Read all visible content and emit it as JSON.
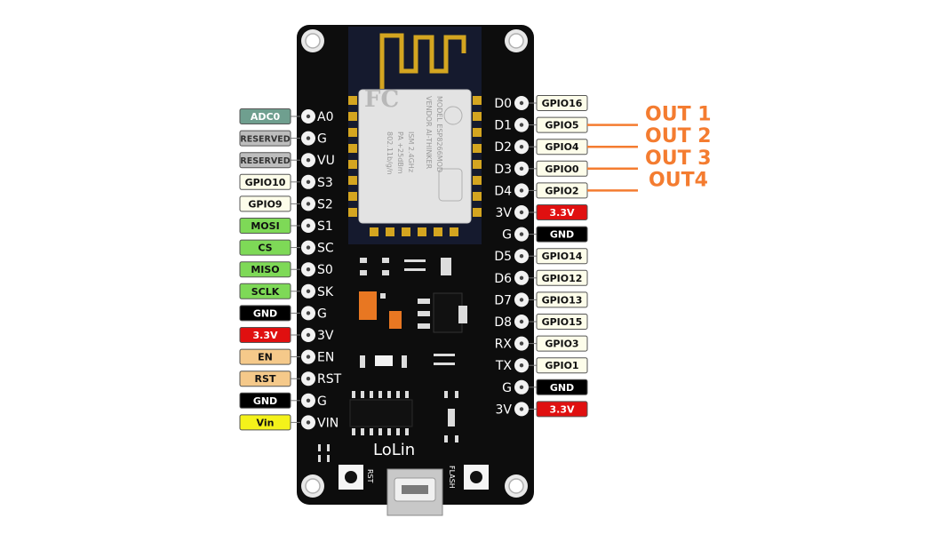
{
  "board": {
    "brand": "LoLin",
    "button_left": "RST",
    "button_right": "FLASH"
  },
  "module": {
    "model_line": "MODEL  ESP8266MOD",
    "vendor_line": "VENDOR  AI-THINKER",
    "ism_line": "ISM  2.4GHz",
    "pa_line": "PA  +25dBm",
    "std_line": "802.11b/g/n"
  },
  "left_pins": [
    {
      "pin": "A0",
      "tag": "ADC0",
      "color": "#6f9f8f",
      "text_color": "#ffffff"
    },
    {
      "pin": "G",
      "tag": "RESERVED",
      "color": "#bdbdbd",
      "text_color": "#333333"
    },
    {
      "pin": "VU",
      "tag": "RESERVED",
      "color": "#bdbdbd",
      "text_color": "#333333"
    },
    {
      "pin": "S3",
      "tag": "GPIO10",
      "color": "#fdfdea",
      "text_color": "#111111"
    },
    {
      "pin": "S2",
      "tag": "GPIO9",
      "color": "#fdfdea",
      "text_color": "#111111"
    },
    {
      "pin": "S1",
      "tag": "MOSI",
      "color": "#7ed957",
      "text_color": "#111111"
    },
    {
      "pin": "SC",
      "tag": "CS",
      "color": "#7ed957",
      "text_color": "#111111"
    },
    {
      "pin": "S0",
      "tag": "MISO",
      "color": "#7ed957",
      "text_color": "#111111"
    },
    {
      "pin": "SK",
      "tag": "SCLK",
      "color": "#7ed957",
      "text_color": "#111111"
    },
    {
      "pin": "G",
      "tag": "GND",
      "color": "#000000",
      "text_color": "#ffffff"
    },
    {
      "pin": "3V",
      "tag": "3.3V",
      "color": "#e01010",
      "text_color": "#ffffff"
    },
    {
      "pin": "EN",
      "tag": "EN",
      "color": "#f5c98a",
      "text_color": "#111111"
    },
    {
      "pin": "RST",
      "tag": "RST",
      "color": "#f5c98a",
      "text_color": "#111111"
    },
    {
      "pin": "G",
      "tag": "GND",
      "color": "#000000",
      "text_color": "#ffffff"
    },
    {
      "pin": "VIN",
      "tag": "Vin",
      "color": "#f4f21a",
      "text_color": "#111111"
    }
  ],
  "right_pins": [
    {
      "pin": "D0",
      "tag": "GPIO16",
      "color": "#fdfdea",
      "text_color": "#111111"
    },
    {
      "pin": "D1",
      "tag": "GPIO5",
      "color": "#fdfdea",
      "text_color": "#111111"
    },
    {
      "pin": "D2",
      "tag": "GPIO4",
      "color": "#fdfdea",
      "text_color": "#111111"
    },
    {
      "pin": "D3",
      "tag": "GPIO0",
      "color": "#fdfdea",
      "text_color": "#111111"
    },
    {
      "pin": "D4",
      "tag": "GPIO2",
      "color": "#fdfdea",
      "text_color": "#111111"
    },
    {
      "pin": "3V",
      "tag": "3.3V",
      "color": "#e01010",
      "text_color": "#ffffff"
    },
    {
      "pin": "G",
      "tag": "GND",
      "color": "#000000",
      "text_color": "#ffffff"
    },
    {
      "pin": "D5",
      "tag": "GPIO14",
      "color": "#fdfdea",
      "text_color": "#111111"
    },
    {
      "pin": "D6",
      "tag": "GPIO12",
      "color": "#fdfdea",
      "text_color": "#111111"
    },
    {
      "pin": "D7",
      "tag": "GPIO13",
      "color": "#fdfdea",
      "text_color": "#111111"
    },
    {
      "pin": "D8",
      "tag": "GPIO15",
      "color": "#fdfdea",
      "text_color": "#111111"
    },
    {
      "pin": "RX",
      "tag": "GPIO3",
      "color": "#fdfdea",
      "text_color": "#111111"
    },
    {
      "pin": "TX",
      "tag": "GPIO1",
      "color": "#fdfdea",
      "text_color": "#111111"
    },
    {
      "pin": "G",
      "tag": "GND",
      "color": "#000000",
      "text_color": "#ffffff"
    },
    {
      "pin": "3V",
      "tag": "3.3V",
      "color": "#e01010",
      "text_color": "#ffffff"
    }
  ],
  "outputs": [
    {
      "label": "OUT 1",
      "pin_index": 1
    },
    {
      "label": "OUT 2",
      "pin_index": 2
    },
    {
      "label": "OUT 3",
      "pin_index": 3
    },
    {
      "label": "OUT4",
      "pin_index": 4
    }
  ],
  "colors": {
    "board": "#0d0d0d",
    "antenna": "#d4a520",
    "module_shield": "#d9d9d9",
    "out_accent": "#f47c30",
    "orange_component": "#e87722"
  }
}
